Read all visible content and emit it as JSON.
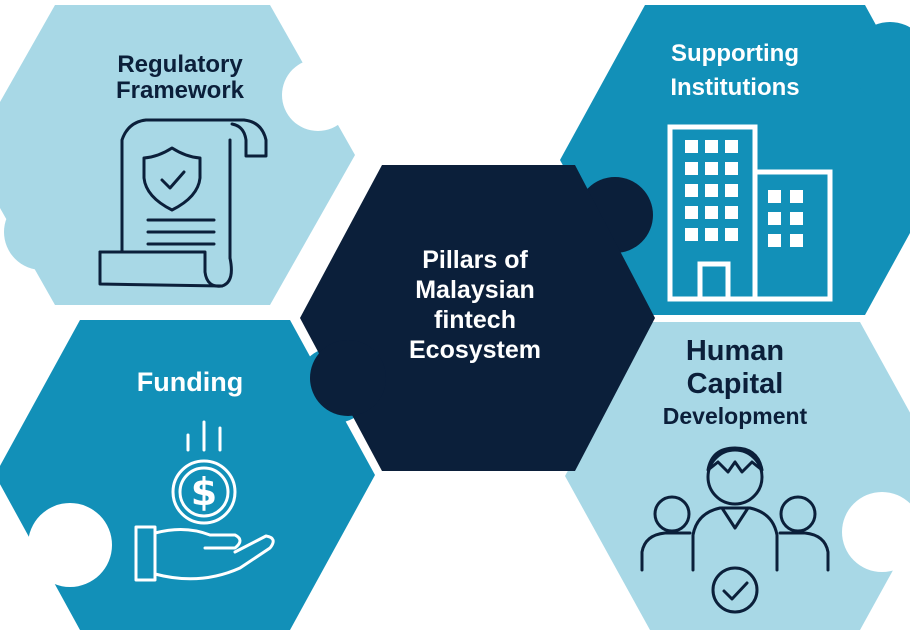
{
  "colors": {
    "light_blue": "#a8d8e6",
    "teal": "#1290b8",
    "navy": "#0b1f3a",
    "white": "#ffffff"
  },
  "center": {
    "lines": [
      "Pillars of",
      "Malaysian",
      "fintech",
      "Ecosystem"
    ]
  },
  "pillars": {
    "regulatory": {
      "lines": [
        "Regulatory",
        "Framework"
      ],
      "icon": "legal-document-shield-icon"
    },
    "supporting": {
      "lines": [
        "Supporting",
        "Institutions"
      ],
      "icon": "office-buildings-icon"
    },
    "funding": {
      "lines": [
        "Funding"
      ],
      "icon": "hand-dollar-coin-icon"
    },
    "human": {
      "lines": [
        "Human",
        "Capital",
        "Development"
      ],
      "icon": "team-checkmark-icon"
    }
  }
}
